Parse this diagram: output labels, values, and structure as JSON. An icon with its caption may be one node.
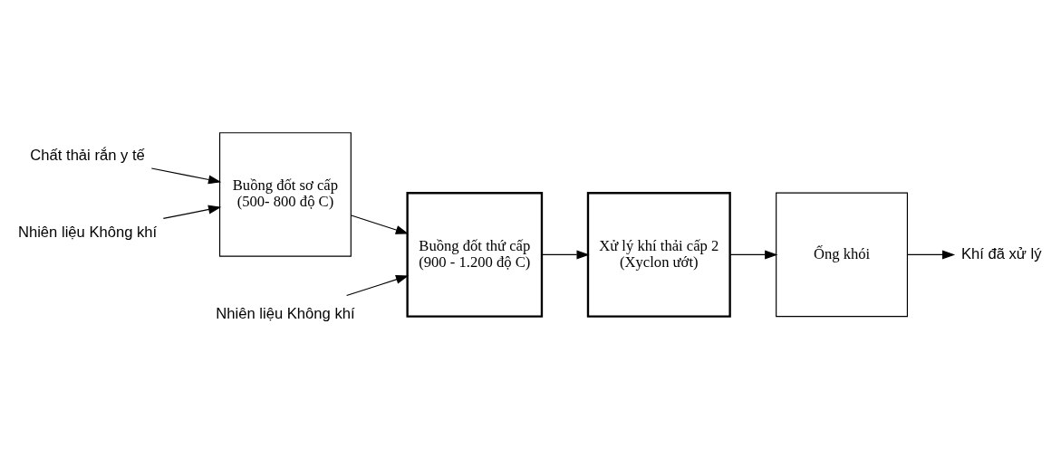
{
  "diagram": {
    "nodes": [
      {
        "text": [
          "Chất thải rắn y tế"
        ]
      },
      {
        "text": [
          "Buồng đốt sơ cấp",
          "(500- 800 độ C)"
        ]
      },
      {
        "text": [
          "Buồng đốt thứ cấp",
          "(900 - 1.200 độ C)"
        ]
      },
      {
        "text": [
          "Xử lý khí thải cấp 2",
          "(Xyclon ướt)"
        ]
      },
      {
        "text": [
          "Ống khói"
        ]
      },
      {
        "text": [
          "Khí đã xử lý"
        ]
      },
      {
        "text": [
          "Nhiên liệu Không khí"
        ]
      },
      {
        "text": [
          "Nhiên liệu Không khí"
        ]
      }
    ],
    "edges": [
      {
        "from": 0,
        "to": 1,
        "arrow": "to"
      },
      {
        "from": 1,
        "to": 2,
        "arrow": "to"
      },
      {
        "from": 2,
        "to": 3,
        "arrow": "to"
      },
      {
        "from": 3,
        "to": 4,
        "arrow": "to"
      },
      {
        "from": 4,
        "to": 5,
        "arrow": "to"
      },
      {
        "from": 6,
        "to": 1,
        "arrow": "to"
      },
      {
        "from": 7,
        "to": 2,
        "arrow": "to"
      }
    ]
  }
}
